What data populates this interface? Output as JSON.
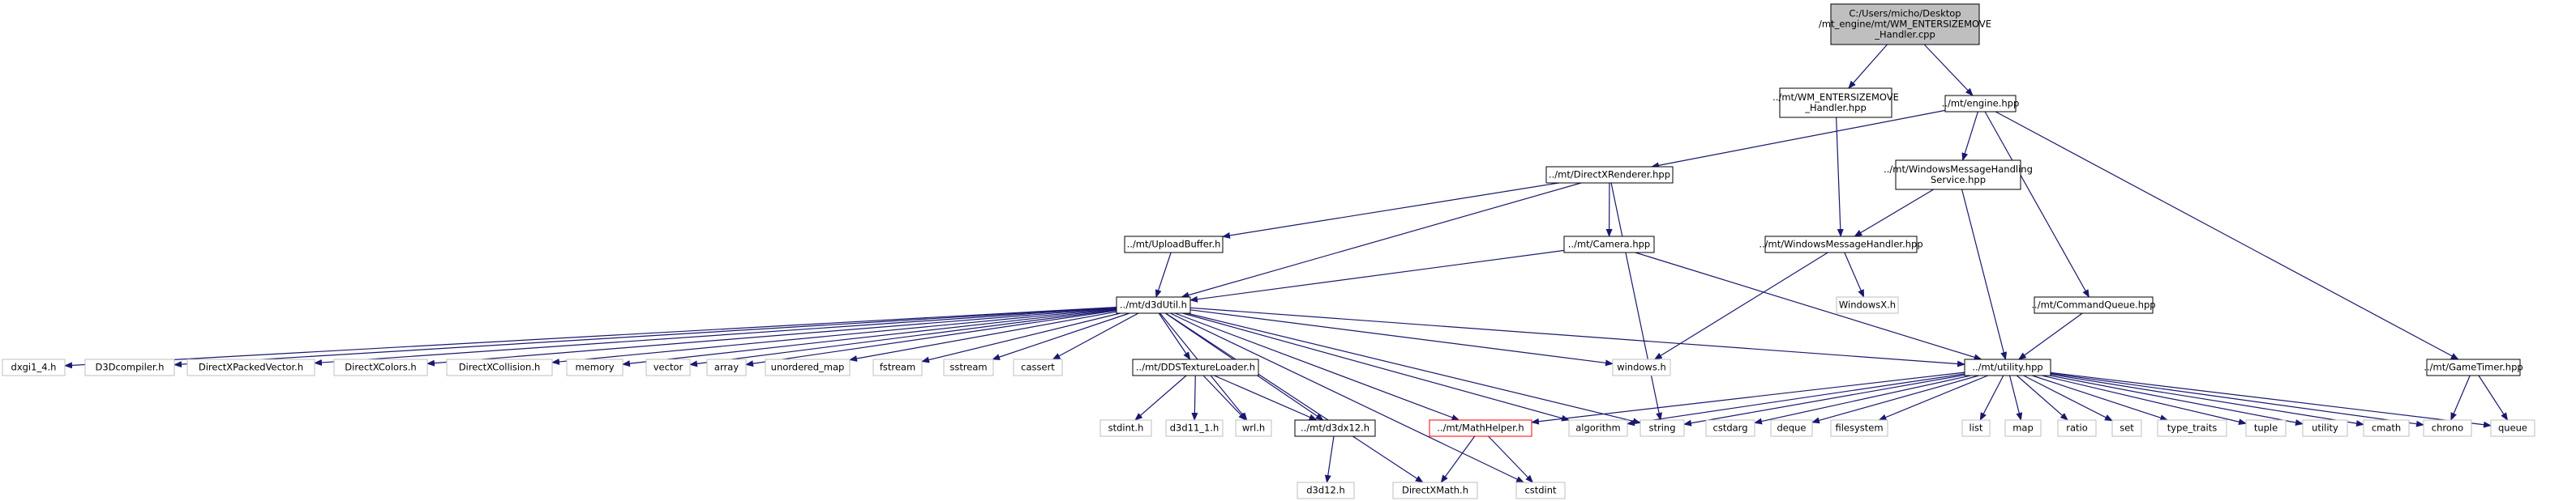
{
  "nodes": {
    "root": {
      "lines": [
        "C:/Users/micho/Desktop",
        "/mt_engine/mt/WM_ENTERSIZEMOVE",
        "_Handler.cpp"
      ],
      "kind": "root"
    },
    "wm_hpp": {
      "lines": [
        "../mt/WM_ENTERSIZEMOVE",
        "_Handler.hpp"
      ],
      "kind": "file"
    },
    "engine": {
      "lines": [
        "../mt/engine.hpp"
      ],
      "kind": "file"
    },
    "renderer": {
      "lines": [
        "../mt/DirectXRenderer.hpp"
      ],
      "kind": "file"
    },
    "wmhs": {
      "lines": [
        "../mt/WindowsMessageHandling",
        "Service.hpp"
      ],
      "kind": "file"
    },
    "upload": {
      "lines": [
        "../mt/UploadBuffer.h"
      ],
      "kind": "file"
    },
    "camera": {
      "lines": [
        "../mt/Camera.hpp"
      ],
      "kind": "file"
    },
    "wmh": {
      "lines": [
        "../mt/WindowsMessageHandler.hpp"
      ],
      "kind": "file"
    },
    "windowsx": {
      "lines": [
        "WindowsX.h"
      ],
      "kind": "sys"
    },
    "cmdq": {
      "lines": [
        "../mt/CommandQueue.hpp"
      ],
      "kind": "file"
    },
    "d3dutil": {
      "lines": [
        "../mt/d3dUtil.h"
      ],
      "kind": "file"
    },
    "utility": {
      "lines": [
        "../mt/utility.hpp"
      ],
      "kind": "file"
    },
    "gametimer": {
      "lines": [
        "../mt/GameTimer.hpp"
      ],
      "kind": "file"
    },
    "dxgi": {
      "lines": [
        "dxgi1_4.h"
      ],
      "kind": "sys"
    },
    "d3dcomp": {
      "lines": [
        "D3Dcompiler.h"
      ],
      "kind": "sys"
    },
    "dxpv": {
      "lines": [
        "DirectXPackedVector.h"
      ],
      "kind": "sys"
    },
    "dxcol": {
      "lines": [
        "DirectXColors.h"
      ],
      "kind": "sys"
    },
    "dxcoll": {
      "lines": [
        "DirectXCollision.h"
      ],
      "kind": "sys"
    },
    "memory": {
      "lines": [
        "memory"
      ],
      "kind": "sys"
    },
    "vector": {
      "lines": [
        "vector"
      ],
      "kind": "sys"
    },
    "array": {
      "lines": [
        "array"
      ],
      "kind": "sys"
    },
    "umap": {
      "lines": [
        "unordered_map"
      ],
      "kind": "sys"
    },
    "fstream": {
      "lines": [
        "fstream"
      ],
      "kind": "sys"
    },
    "sstream": {
      "lines": [
        "sstream"
      ],
      "kind": "sys"
    },
    "cassert": {
      "lines": [
        "cassert"
      ],
      "kind": "sys"
    },
    "ddstl": {
      "lines": [
        "../mt/DDSTextureLoader.h"
      ],
      "kind": "file"
    },
    "windowsh": {
      "lines": [
        "windows.h"
      ],
      "kind": "sys"
    },
    "stdint": {
      "lines": [
        "stdint.h"
      ],
      "kind": "sys"
    },
    "d3d11": {
      "lines": [
        "d3d11_1.h"
      ],
      "kind": "sys"
    },
    "wrl": {
      "lines": [
        "wrl.h"
      ],
      "kind": "sys"
    },
    "d3dx12": {
      "lines": [
        "../mt/d3dx12.h"
      ],
      "kind": "file"
    },
    "mathhelper": {
      "lines": [
        "../mt/MathHelper.h"
      ],
      "kind": "missing"
    },
    "algorithm": {
      "lines": [
        "algorithm"
      ],
      "kind": "sys"
    },
    "string": {
      "lines": [
        "string"
      ],
      "kind": "sys"
    },
    "cstdarg": {
      "lines": [
        "cstdarg"
      ],
      "kind": "sys"
    },
    "deque": {
      "lines": [
        "deque"
      ],
      "kind": "sys"
    },
    "filesystem": {
      "lines": [
        "filesystem"
      ],
      "kind": "sys"
    },
    "list": {
      "lines": [
        "list"
      ],
      "kind": "sys"
    },
    "map": {
      "lines": [
        "map"
      ],
      "kind": "sys"
    },
    "ratio": {
      "lines": [
        "ratio"
      ],
      "kind": "sys"
    },
    "set": {
      "lines": [
        "set"
      ],
      "kind": "sys"
    },
    "type_traits": {
      "lines": [
        "type_traits"
      ],
      "kind": "sys"
    },
    "tuple": {
      "lines": [
        "tuple"
      ],
      "kind": "sys"
    },
    "utility_std": {
      "lines": [
        "utility"
      ],
      "kind": "sys"
    },
    "cmath": {
      "lines": [
        "cmath"
      ],
      "kind": "sys"
    },
    "chrono": {
      "lines": [
        "chrono"
      ],
      "kind": "sys"
    },
    "queue": {
      "lines": [
        "queue"
      ],
      "kind": "sys"
    },
    "d3d12": {
      "lines": [
        "d3d12.h"
      ],
      "kind": "sys"
    },
    "dxmath": {
      "lines": [
        "DirectXMath.h"
      ],
      "kind": "sys"
    },
    "cstdint": {
      "lines": [
        "cstdint"
      ],
      "kind": "sys"
    }
  },
  "edges": [
    [
      "root",
      "wm_hpp"
    ],
    [
      "root",
      "engine"
    ],
    [
      "wm_hpp",
      "wmh"
    ],
    [
      "engine",
      "renderer"
    ],
    [
      "engine",
      "wmhs"
    ],
    [
      "engine",
      "cmdq"
    ],
    [
      "engine",
      "gametimer"
    ],
    [
      "renderer",
      "upload"
    ],
    [
      "renderer",
      "camera"
    ],
    [
      "renderer",
      "d3dutil"
    ],
    [
      "renderer",
      "string"
    ],
    [
      "wmhs",
      "wmh"
    ],
    [
      "wmhs",
      "utility"
    ],
    [
      "upload",
      "d3dutil"
    ],
    [
      "camera",
      "d3dutil"
    ],
    [
      "camera",
      "utility"
    ],
    [
      "wmh",
      "windowsx"
    ],
    [
      "wmh",
      "windowsh"
    ],
    [
      "cmdq",
      "utility"
    ],
    [
      "gametimer",
      "chrono"
    ],
    [
      "gametimer",
      "queue"
    ],
    [
      "d3dutil",
      "dxgi"
    ],
    [
      "d3dutil",
      "d3dcomp"
    ],
    [
      "d3dutil",
      "dxpv"
    ],
    [
      "d3dutil",
      "dxcol"
    ],
    [
      "d3dutil",
      "dxcoll"
    ],
    [
      "d3dutil",
      "memory"
    ],
    [
      "d3dutil",
      "vector"
    ],
    [
      "d3dutil",
      "array"
    ],
    [
      "d3dutil",
      "umap"
    ],
    [
      "d3dutil",
      "fstream"
    ],
    [
      "d3dutil",
      "sstream"
    ],
    [
      "d3dutil",
      "cassert"
    ],
    [
      "d3dutil",
      "ddstl"
    ],
    [
      "d3dutil",
      "wrl"
    ],
    [
      "d3dutil",
      "d3dx12"
    ],
    [
      "d3dutil",
      "mathhelper"
    ],
    [
      "d3dutil",
      "algorithm"
    ],
    [
      "d3dutil",
      "string"
    ],
    [
      "d3dutil",
      "windowsh"
    ],
    [
      "d3dutil",
      "utility"
    ],
    [
      "d3dutil",
      "dxmath"
    ],
    [
      "d3dutil",
      "cstdint"
    ],
    [
      "ddstl",
      "stdint"
    ],
    [
      "ddstl",
      "d3d11"
    ],
    [
      "ddstl",
      "wrl"
    ],
    [
      "ddstl",
      "d3dx12"
    ],
    [
      "d3dx12",
      "d3d12"
    ],
    [
      "mathhelper",
      "dxmath"
    ],
    [
      "mathhelper",
      "cstdint"
    ],
    [
      "utility",
      "mathhelper"
    ],
    [
      "utility",
      "algorithm"
    ],
    [
      "utility",
      "string"
    ],
    [
      "utility",
      "cstdarg"
    ],
    [
      "utility",
      "deque"
    ],
    [
      "utility",
      "filesystem"
    ],
    [
      "utility",
      "list"
    ],
    [
      "utility",
      "map"
    ],
    [
      "utility",
      "ratio"
    ],
    [
      "utility",
      "set"
    ],
    [
      "utility",
      "type_traits"
    ],
    [
      "utility",
      "tuple"
    ],
    [
      "utility",
      "utility_std"
    ],
    [
      "utility",
      "cmath"
    ],
    [
      "utility",
      "chrono"
    ],
    [
      "utility",
      "queue"
    ]
  ],
  "colors": {
    "edge": "#191970",
    "root_fill": "#bfbfbf",
    "file_border": "#000000",
    "sys_border": "#bfbfbf",
    "missing_border": "#ff0000"
  }
}
